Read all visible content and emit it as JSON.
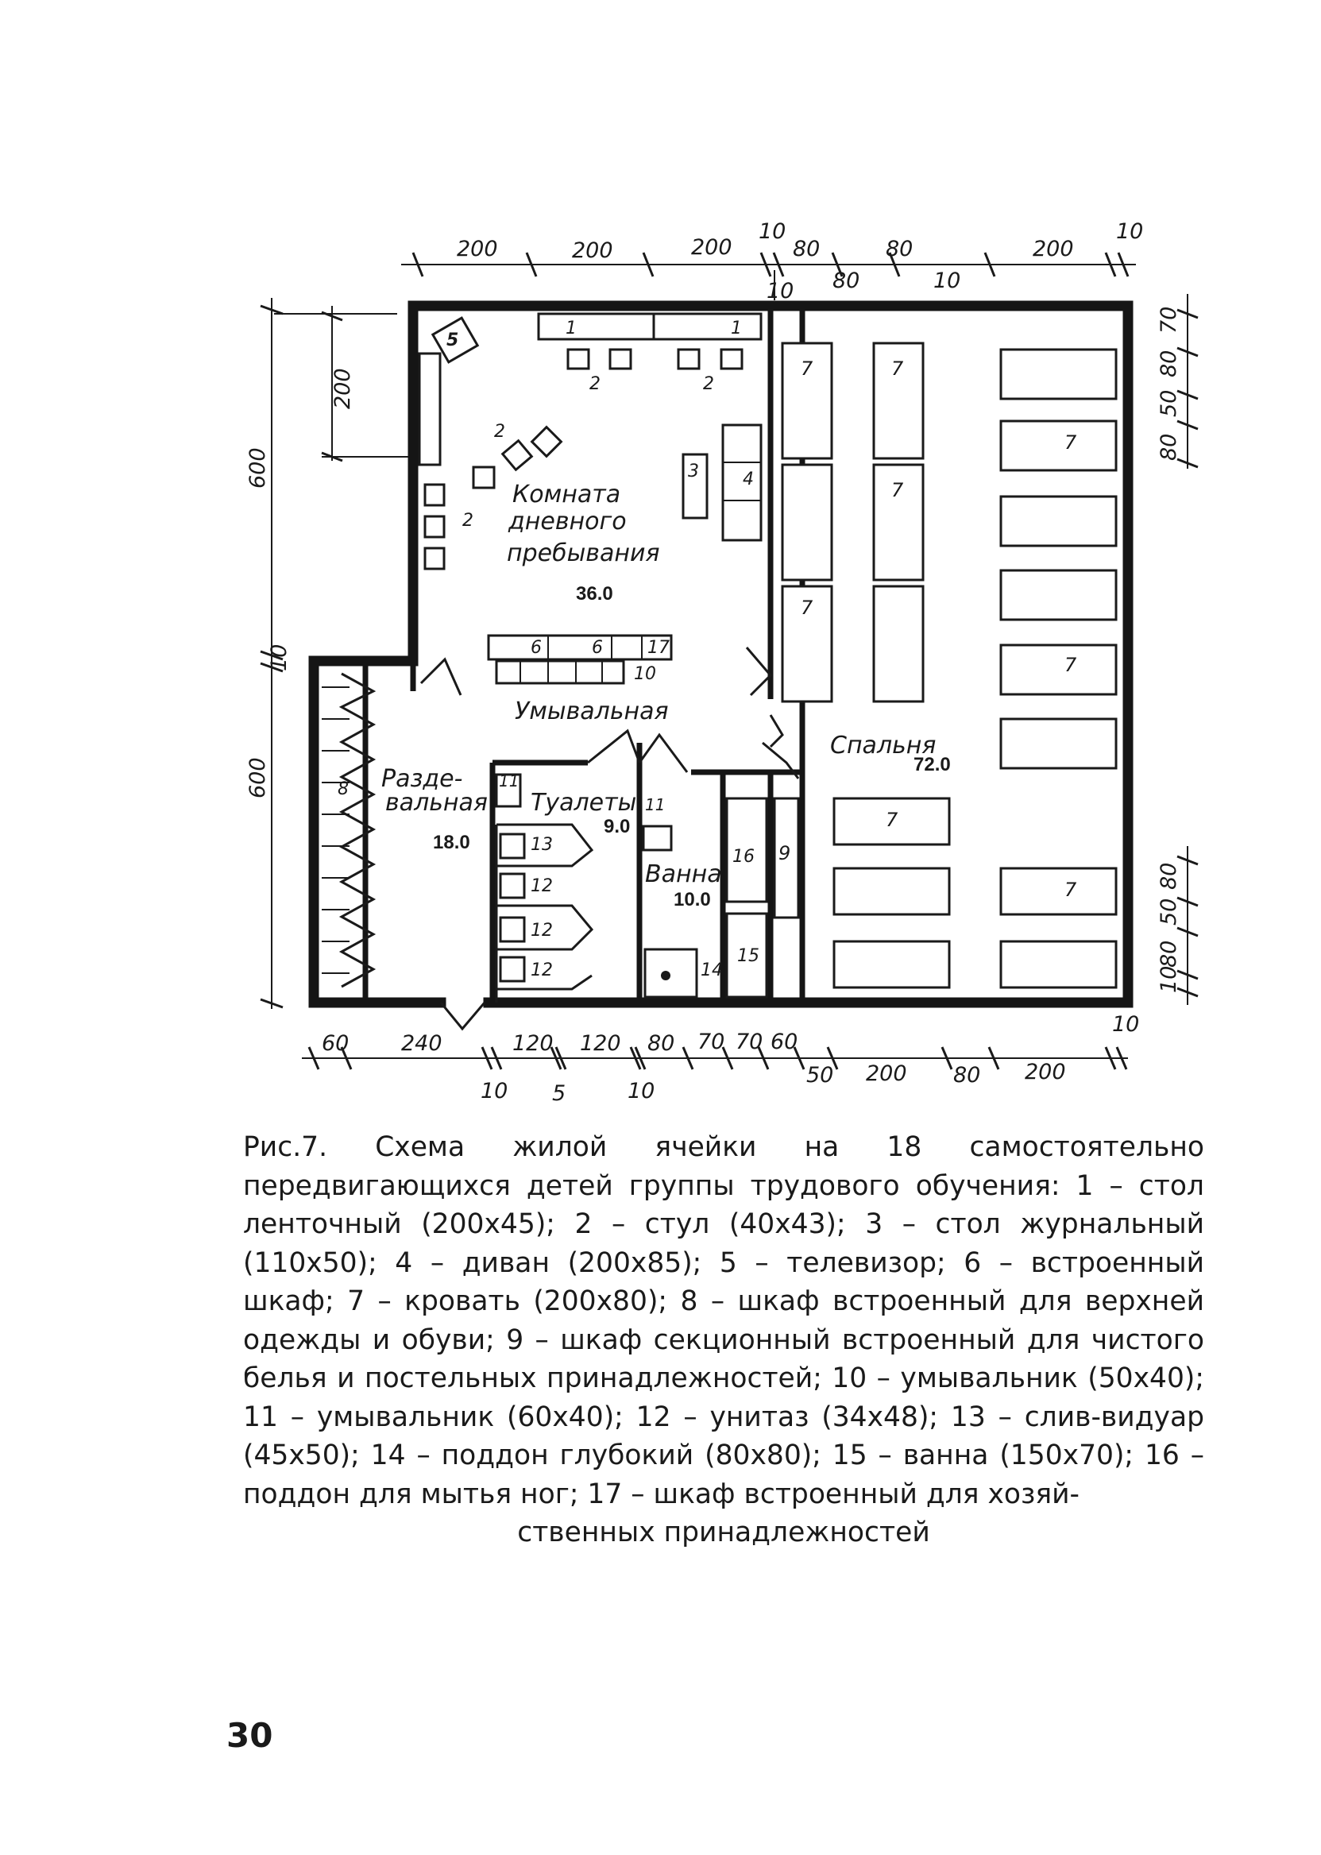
{
  "plan": {
    "rooms": {
      "day_room": {
        "line1": "Комната",
        "line2": "дневного",
        "line3": "пребывания",
        "area": "36.0"
      },
      "bedroom": {
        "name": "Спальня",
        "area": "72.0"
      },
      "washroom": {
        "name": "Умывальная"
      },
      "changing_room": {
        "line1": "Разде-",
        "line2": "вальная",
        "area": "18.0"
      },
      "toilets": {
        "name": "Туалеты",
        "area": "9.0"
      },
      "bathroom": {
        "name": "Ванна",
        "area": "10.0"
      }
    },
    "dimensions": {
      "top": [
        "200",
        "200",
        "200",
        "10",
        "80",
        "80",
        "200",
        "10"
      ],
      "top_lower": [
        "10",
        "80",
        "10"
      ],
      "left_outer": [
        "600",
        "10",
        "600"
      ],
      "left_inner": [
        "200"
      ],
      "right_top": [
        "70",
        "80",
        "50",
        "80"
      ],
      "right_bottom": [
        "80",
        "50",
        "80",
        "10"
      ],
      "bottom": [
        "60",
        "240",
        "120",
        "120",
        "80",
        "70",
        "70",
        "60",
        "10"
      ],
      "bottom_lower": [
        "10",
        "5",
        "10",
        "50",
        "200",
        "80",
        "200"
      ]
    },
    "markers": [
      "1",
      "1",
      "2",
      "2",
      "2",
      "2",
      "3",
      "4",
      "5",
      "6",
      "6",
      "17",
      "10",
      "7",
      "7",
      "7",
      "7",
      "7",
      "7",
      "7",
      "7",
      "8",
      "11",
      "11",
      "13",
      "12",
      "12",
      "12",
      "16",
      "9",
      "15",
      "14"
    ]
  },
  "caption": {
    "body": "Рис.7. Схема жилой ячейки на 18 самостоятельно передвигающихся детей группы трудового обучения: 1 – стол ленточный (200х45); 2 – стул (40х43); 3 – стол журнальный (110х50); 4 – диван (200х85); 5 – телевизор; 6 – встроенный шкаф; 7 – кровать (200х80); 8 – шкаф встроенный для верхней одежды и обуви; 9 – шкаф секционный встроенный для чистого белья и постельных принадлежностей; 10 – умывальник (50х40); 11 – умывальник (60х40); 12 – унитаз (34х48); 13 – слив-видуар (45х50); 14 – поддон глубокий (80х80); 15 – ванна (150х70); 16 – поддон для мытья ног; 17 – шкаф встроенный для хозяй-",
    "tail": "ственных принадлежностей"
  },
  "page_number": "30"
}
